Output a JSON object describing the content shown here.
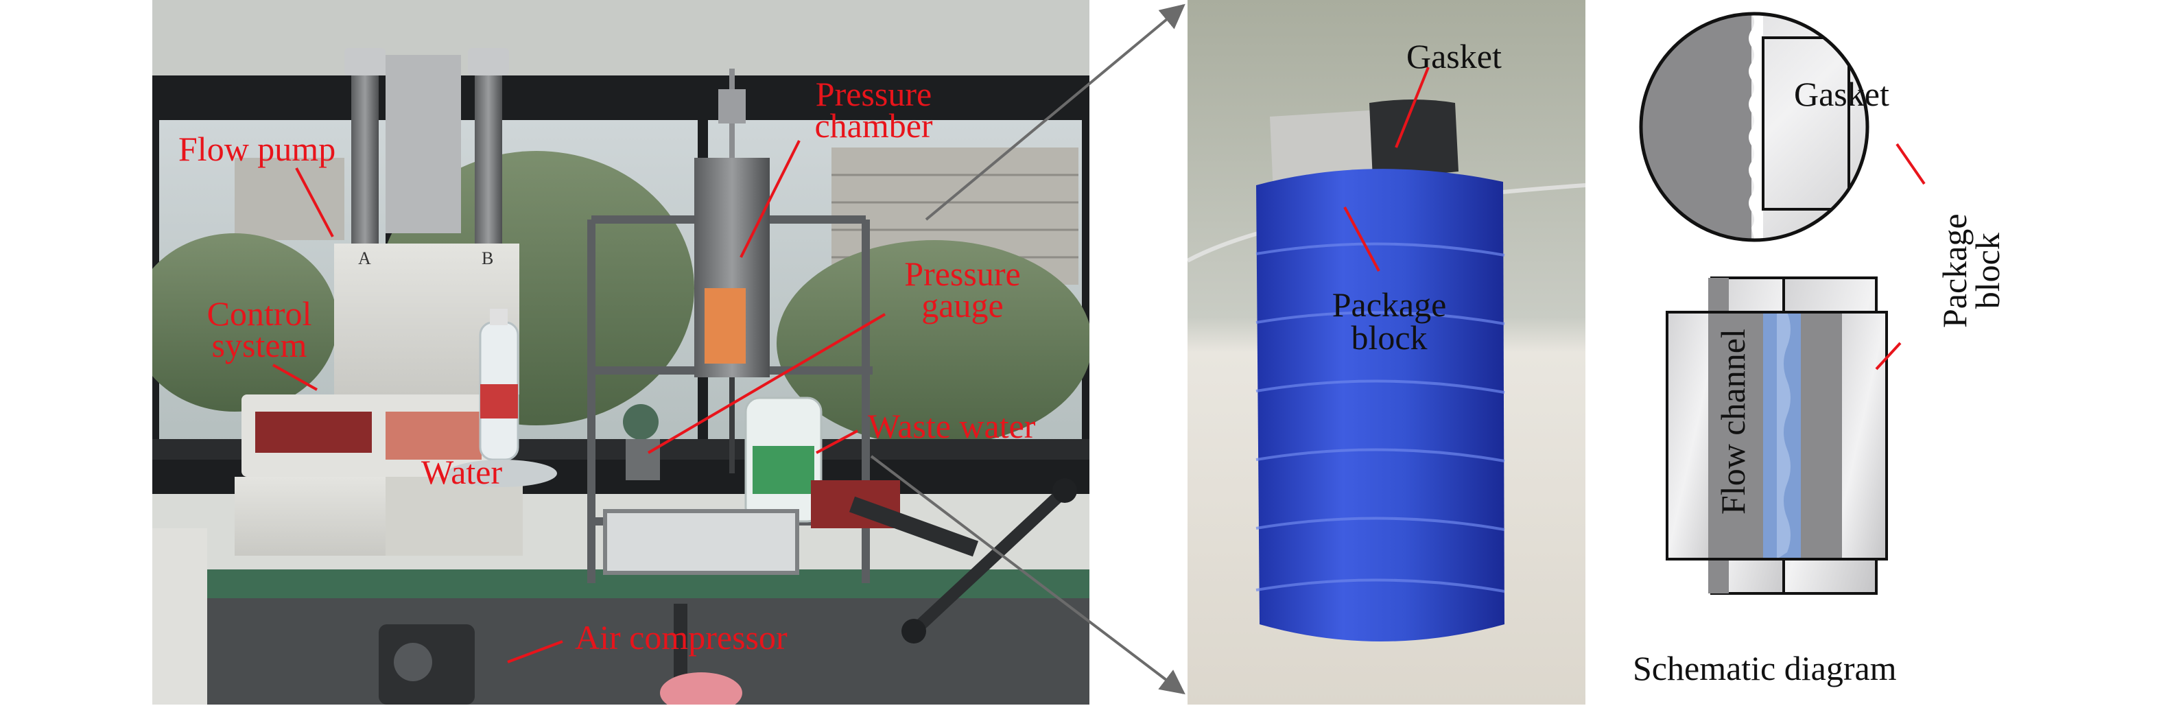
{
  "left_photo": {
    "labels": {
      "flow_pump": "Flow pump",
      "control_system_line1": "Control",
      "control_system_line2": "system",
      "water": "Water",
      "pressure_chamber_line1": "Pressure",
      "pressure_chamber_line2": "chamber",
      "pressure_gauge_line1": "Pressure",
      "pressure_gauge_line2": "gauge",
      "waste_water": "Waste water",
      "air_compressor": "Air compressor"
    }
  },
  "middle_photo": {
    "labels": {
      "gasket": "Gasket",
      "package_block_line1": "Package",
      "package_block_line2": "block"
    }
  },
  "schematic": {
    "labels": {
      "gasket": "Gasket",
      "package_block_line1": "Package",
      "package_block_line2": "block",
      "flow_channel": "Flow channel",
      "caption": "Schematic diagram"
    }
  },
  "colors": {
    "label_red": "#e8141b",
    "leader_gray": "#6b6b6b",
    "block_gray": "#8a8a8c",
    "flow_blue": "#7e9ed4",
    "tape_blue": "#3450c8"
  }
}
